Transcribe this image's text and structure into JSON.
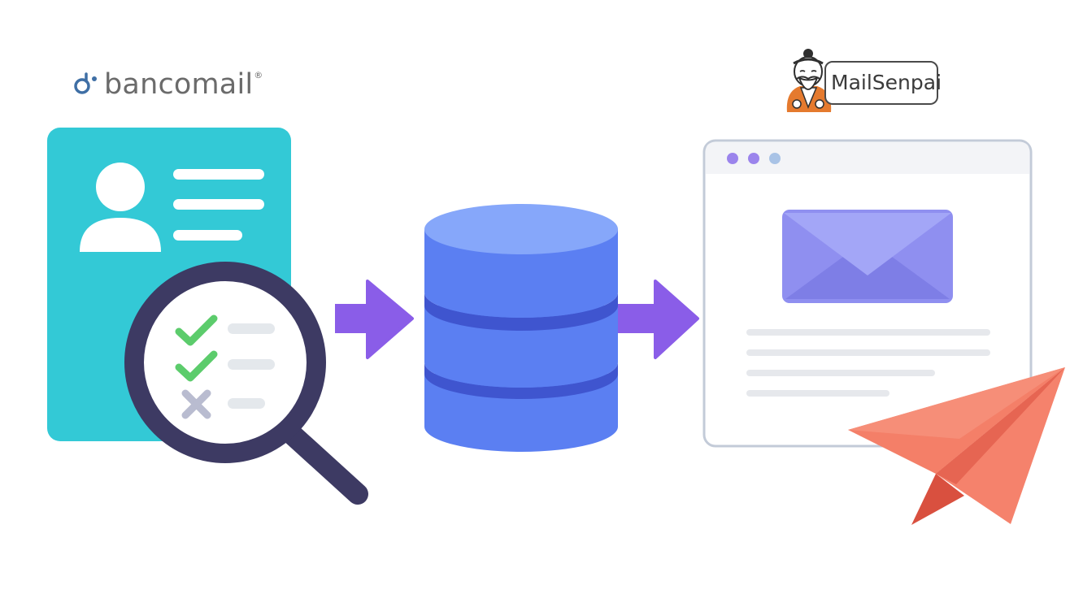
{
  "logos": {
    "left": {
      "name": "bancomail",
      "registered_mark": "®",
      "icon": "bancomail-dot-icon"
    },
    "right": {
      "name": "MailSenpai",
      "icon": "senpai-mascot-icon"
    }
  },
  "stages": [
    {
      "id": "contact-verification",
      "icons": [
        "contact-card-icon",
        "magnifier-icon",
        "check-icon",
        "check-icon",
        "cross-icon"
      ]
    },
    {
      "id": "database",
      "icons": [
        "database-icon"
      ]
    },
    {
      "id": "email-sending",
      "icons": [
        "browser-window-icon",
        "envelope-icon",
        "paper-plane-icon"
      ]
    }
  ],
  "flow": [
    "contact-verification",
    "database",
    "email-sending"
  ],
  "colors": {
    "card": "#33c9d6",
    "magnifier": "#3d3a63",
    "check": "#5ccc6c",
    "cross": "#b9bcd0",
    "arrow": "#8a5de8",
    "database": "#5b7ff2",
    "database_top": "#86a7fa",
    "database_band": "#3f55cf",
    "envelope": "#8f8ff0",
    "plane": "#f47f68",
    "window_border": "#c3cbd8"
  }
}
